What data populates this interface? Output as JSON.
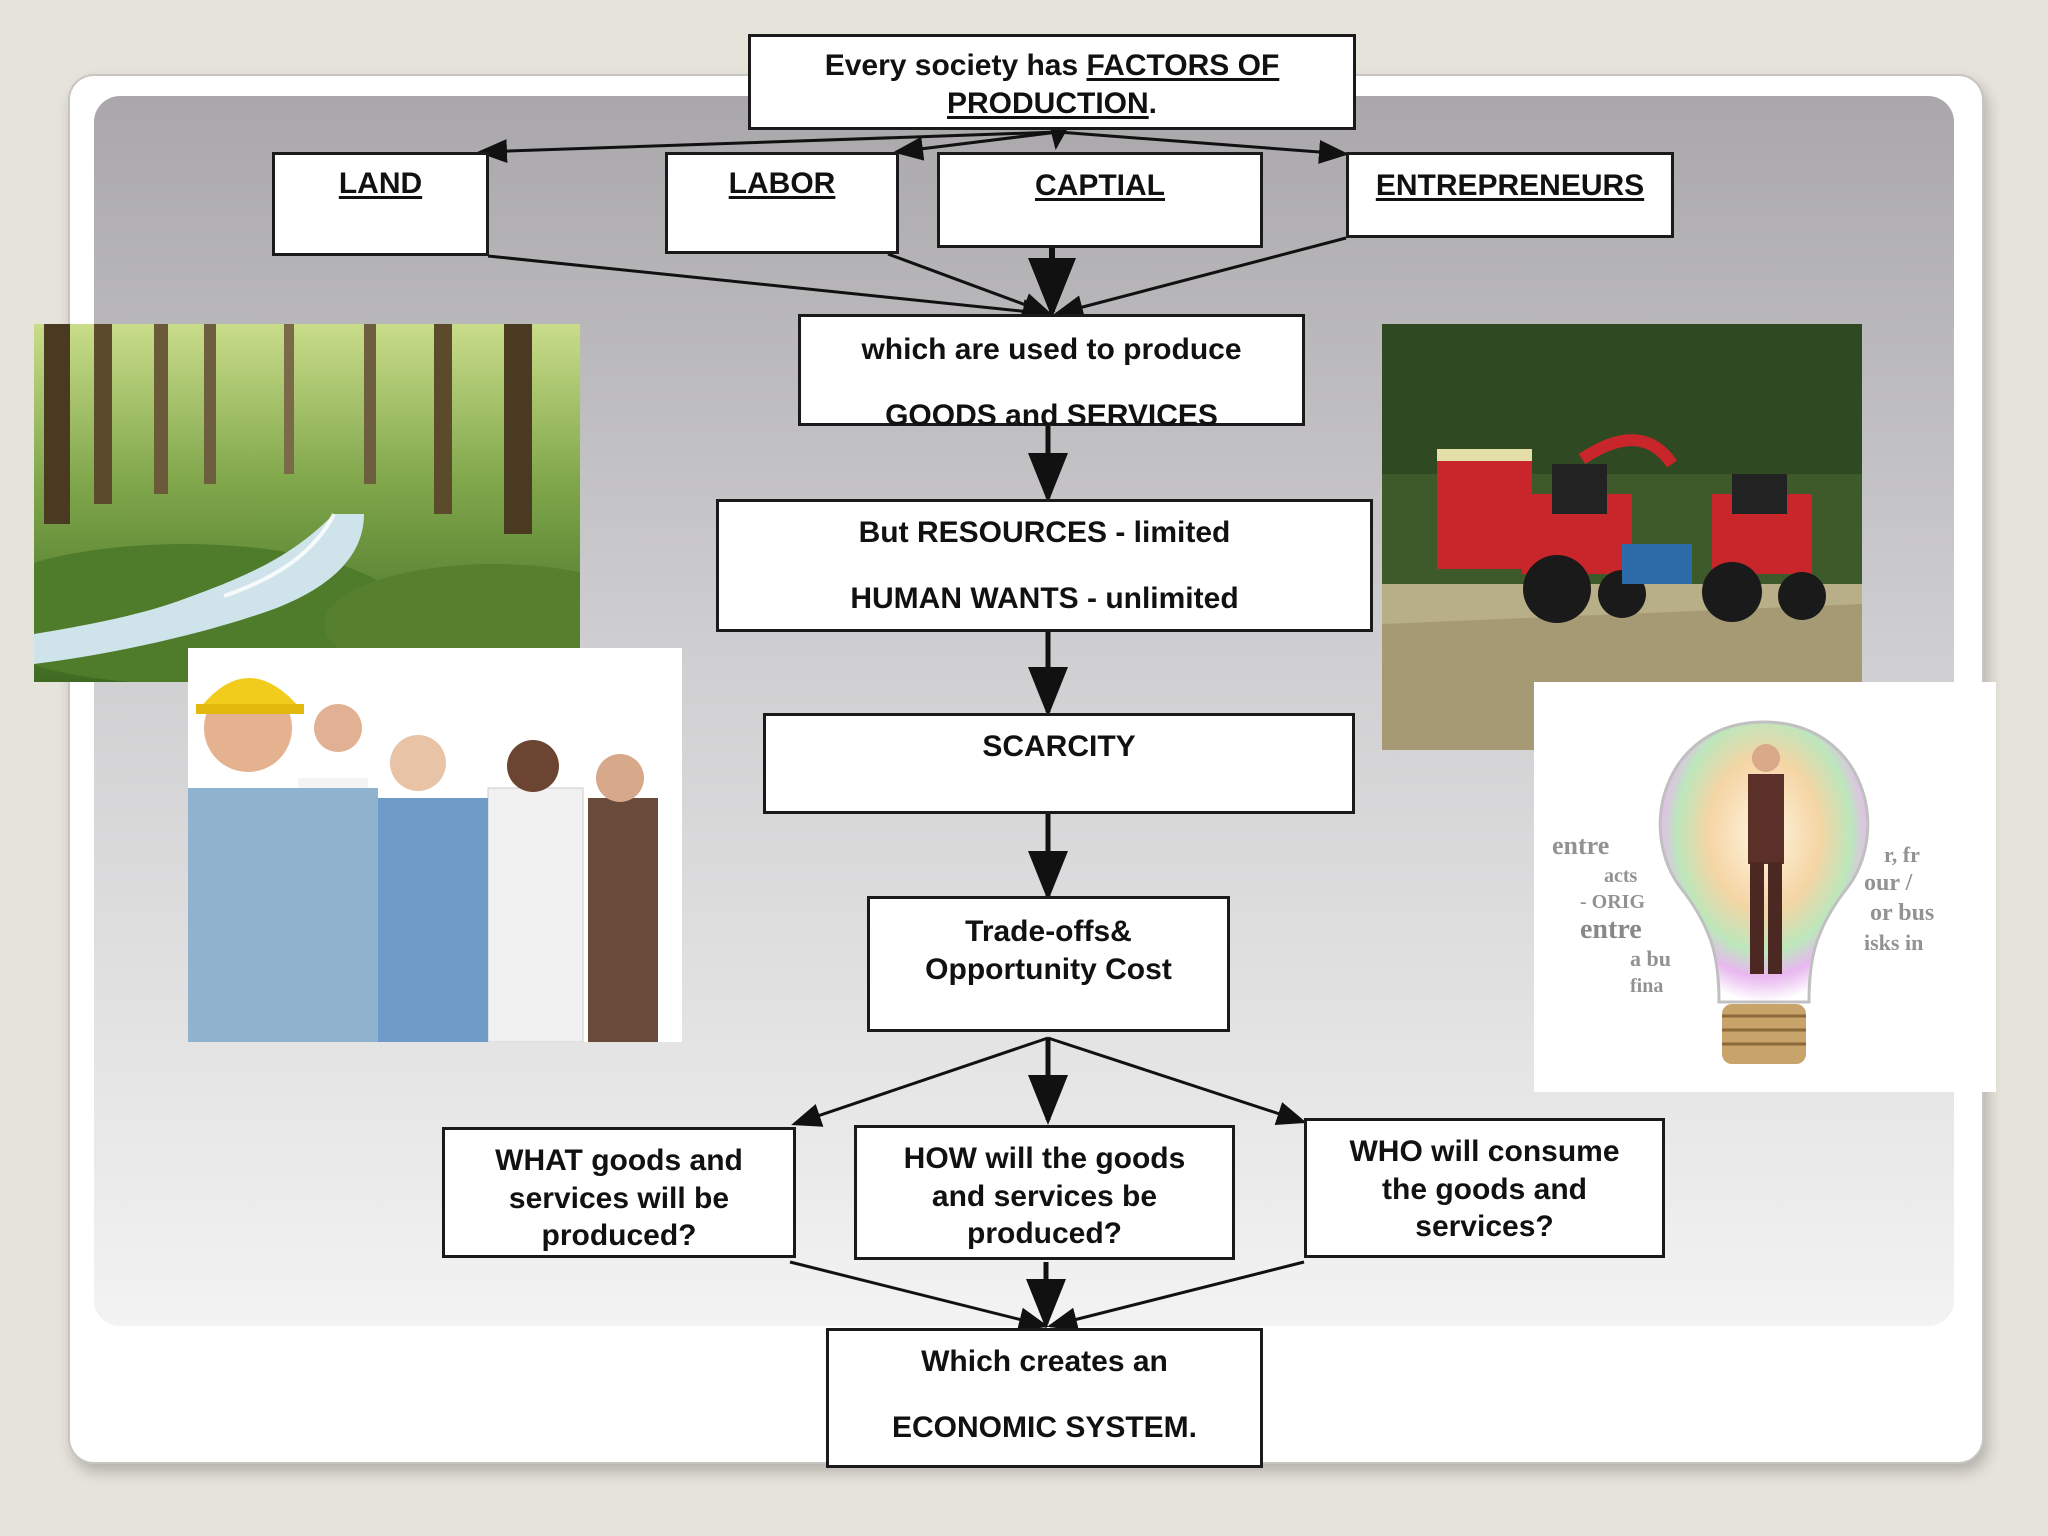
{
  "diagram": {
    "title": {
      "prefix": "Every society has ",
      "underlined_1": "FACTORS OF",
      "underlined_2": "PRODUCTION",
      "suffix": "."
    },
    "factors": [
      "LAND",
      "LABOR",
      "CAPTIAL",
      "ENTREPRENEURS"
    ],
    "produce": [
      "which are used to produce",
      "GOODS and SERVICES"
    ],
    "resources": [
      "But RESOURCES - limited",
      "HUMAN WANTS - unlimited"
    ],
    "scarcity": "SCARCITY",
    "tradeoffs": [
      "Trade-offs&",
      "Opportunity Cost"
    ],
    "questions": [
      [
        "WHAT goods and",
        "services will be",
        "produced?"
      ],
      [
        "HOW will the goods",
        "and services be",
        "produced?"
      ],
      [
        "WHO will consume",
        "the goods and",
        "services?"
      ]
    ],
    "system": [
      "Which creates an",
      "ECONOMIC SYSTEM."
    ]
  },
  "photos": {
    "land": "forest-stream-photo",
    "labor": "workers-group-photo",
    "capital": "tractors-field-photo",
    "entrepreneur": "lightbulb-businessman-photo",
    "bulb_text": [
      "entre",
      "acts",
      "- ORIG",
      "entre",
      "a bu",
      "fina",
      "r, fr",
      "our /",
      "or bus",
      "isks in"
    ]
  }
}
